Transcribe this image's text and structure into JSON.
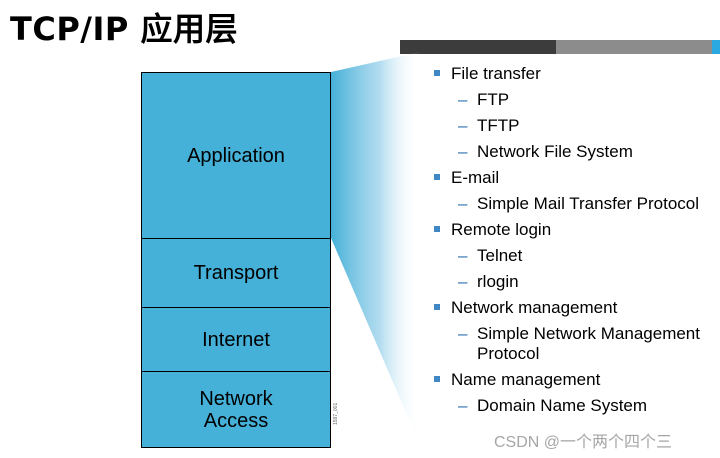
{
  "title": "TCP/IP 应用层",
  "layers": {
    "application": "Application",
    "transport": "Transport",
    "internet": "Internet",
    "network_access_1": "Network",
    "network_access_2": "Access"
  },
  "side_code": "1597_001",
  "list": {
    "file_transfer": "File transfer",
    "ftp": "FTP",
    "tftp": "TFTP",
    "nfs": "Network File System",
    "email": "E-mail",
    "smtp": "Simple Mail Transfer Protocol",
    "remote_login": "Remote login",
    "telnet": "Telnet",
    "rlogin": "rlogin",
    "network_management": "Network management",
    "snmp_1": "Simple Network Management",
    "snmp_2": "Protocol",
    "name_management": "Name management",
    "dns": "Domain Name System"
  },
  "bullet_dash": "–",
  "watermark": "CSDN @一个两个四个三",
  "colors": {
    "layer_fill": "#45b0d8",
    "bullet": "#3f88c5",
    "dash": "#2f6fb0",
    "bar_dark": "#3c3c3c",
    "bar_gray": "#8c8c8c",
    "bar_accent": "#29a9e0"
  }
}
